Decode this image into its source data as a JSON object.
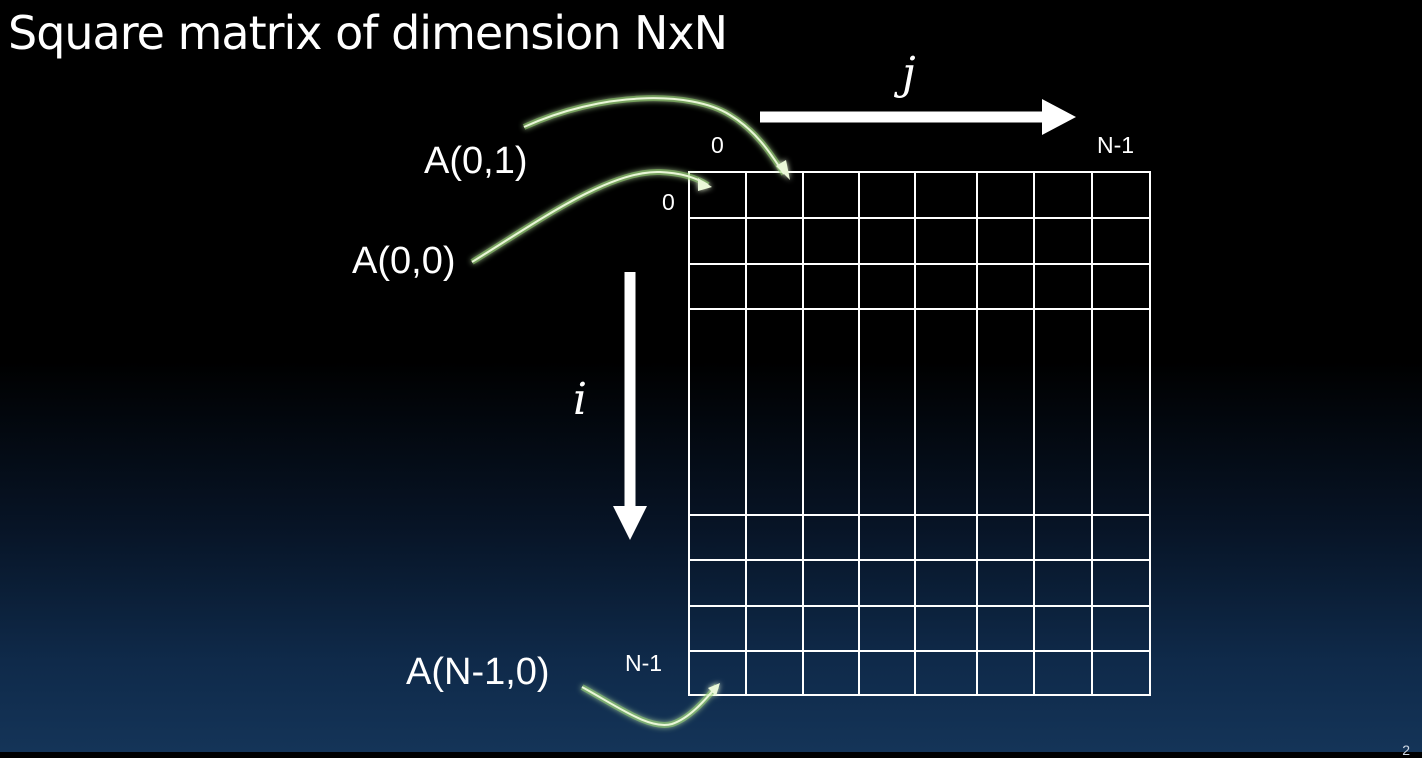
{
  "title": "Square matrix of dimension NxN",
  "labels": {
    "a01": "A(0,1)",
    "a00": "A(0,0)",
    "an10": "A(N-1,0)"
  },
  "axes": {
    "j": "j",
    "i": "i"
  },
  "indices": {
    "col_start": "0",
    "col_end": "N-1",
    "row_start": "0",
    "row_end": "N-1"
  },
  "colors": {
    "grid": "#ffffff",
    "pointer_glow": "#8fd16a",
    "pointer_core": "#eaf7d8",
    "arrow": "#ffffff"
  },
  "page_number": "2"
}
